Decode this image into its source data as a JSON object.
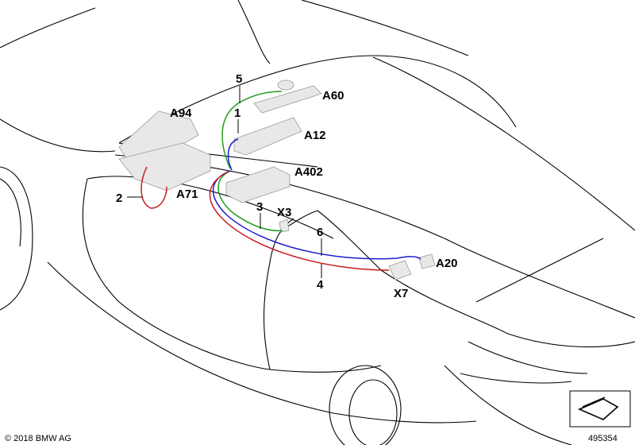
{
  "components": [
    {
      "key": "A60",
      "label": "A60"
    },
    {
      "key": "A94",
      "label": "A94"
    },
    {
      "key": "A12",
      "label": "A12"
    },
    {
      "key": "A402",
      "label": "A402"
    },
    {
      "key": "A71",
      "label": "A71"
    },
    {
      "key": "X3",
      "label": "X3"
    },
    {
      "key": "A20",
      "label": "A20"
    },
    {
      "key": "X7",
      "label": "X7"
    }
  ],
  "cables": [
    {
      "number": "1",
      "color": "#1a1ad6"
    },
    {
      "number": "2",
      "color": "#c81e1e"
    },
    {
      "number": "3",
      "color": "#1f9e1f"
    },
    {
      "number": "4",
      "color": "#c81e1e"
    },
    {
      "number": "5",
      "color": "#1f9e1f"
    },
    {
      "number": "6",
      "color": "#1a1ad6"
    }
  ],
  "footer": {
    "copyright": "© 2018 BMW AG",
    "diagram_number": "495354"
  },
  "icons": {
    "corner": "part-symbol-icon"
  }
}
